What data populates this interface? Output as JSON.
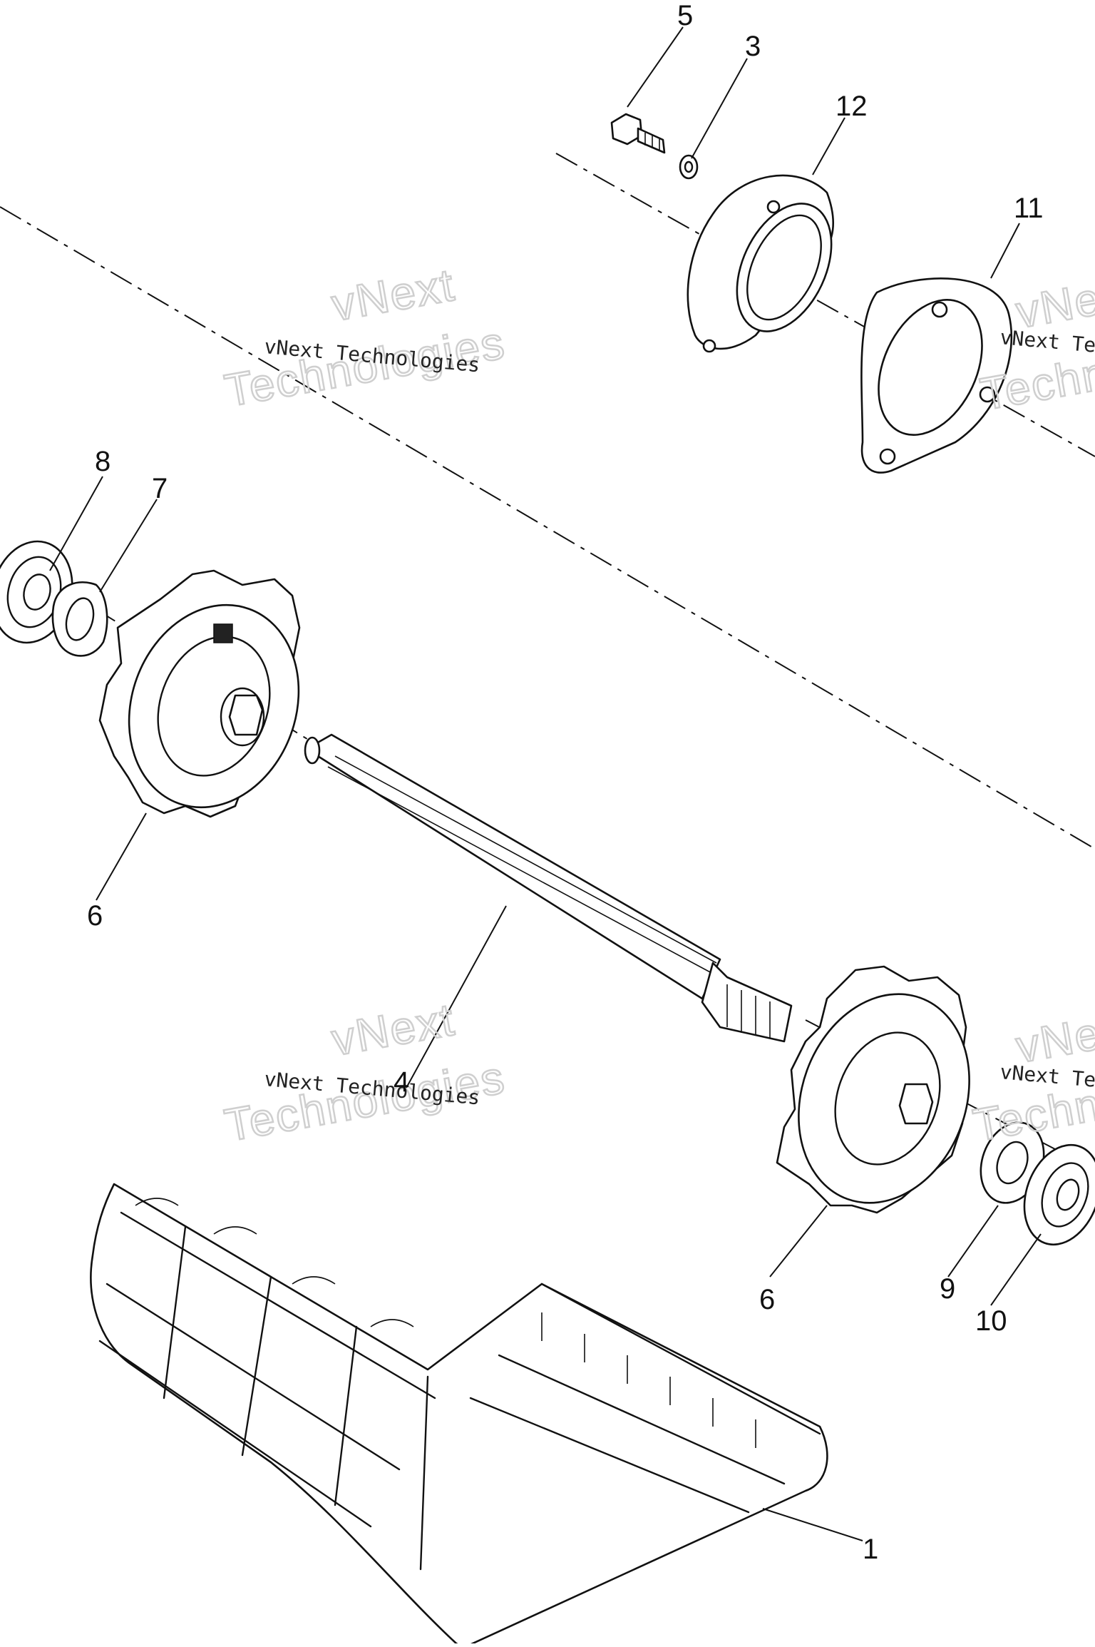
{
  "callouts": {
    "c1": "1",
    "c3": "3",
    "c4": "4",
    "c5": "5",
    "c6a": "6",
    "c6b": "6",
    "c7": "7",
    "c8": "8",
    "c9": "9",
    "c10": "10",
    "c11": "11",
    "c12": "12"
  },
  "watermark": {
    "line_small": "vNext Technologies",
    "line_small_cut": "vNext Te",
    "big_top": "vNext",
    "big_bottom": "Technologies",
    "big_top_cut": "vNext",
    "big_bottom_cut": "Techno"
  }
}
